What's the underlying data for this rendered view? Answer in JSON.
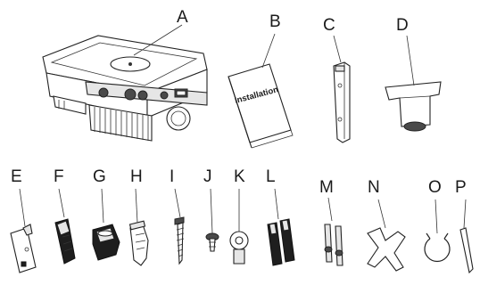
{
  "items": [
    {
      "id": "A",
      "label": "A"
    },
    {
      "id": "B",
      "label": "B",
      "book_text": "Installation"
    },
    {
      "id": "C",
      "label": "C"
    },
    {
      "id": "D",
      "label": "D"
    },
    {
      "id": "E",
      "label": "E"
    },
    {
      "id": "F",
      "label": "F"
    },
    {
      "id": "G",
      "label": "G"
    },
    {
      "id": "H",
      "label": "H"
    },
    {
      "id": "I",
      "label": "I"
    },
    {
      "id": "J",
      "label": "J"
    },
    {
      "id": "K",
      "label": "K"
    },
    {
      "id": "L",
      "label": "L"
    },
    {
      "id": "M",
      "label": "M"
    },
    {
      "id": "N",
      "label": "N"
    },
    {
      "id": "O",
      "label": "O"
    },
    {
      "id": "P",
      "label": "P"
    }
  ]
}
